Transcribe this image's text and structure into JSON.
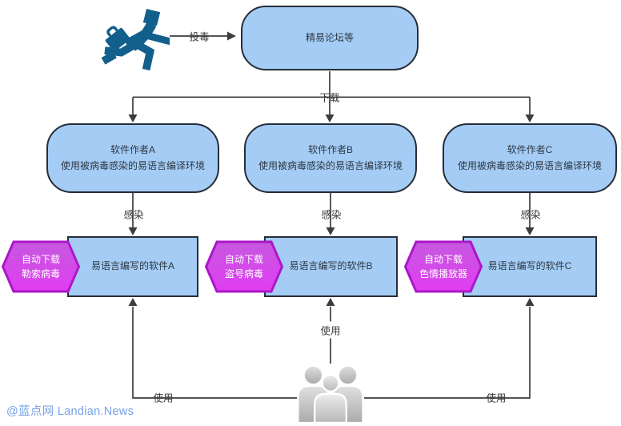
{
  "diagram": {
    "watermark": "@蓝点网 Landian.News",
    "labels": {
      "poison": "投毒",
      "download": "下载",
      "infect": "感染",
      "use": "使用"
    },
    "nodes": {
      "forum": "精易论坛等",
      "author_a": {
        "line1": "软件作者A",
        "line2": "使用被病毒感染的易语言编译环境"
      },
      "author_b": {
        "line1": "软件作者B",
        "line2": "使用被病毒感染的易语言编译环境"
      },
      "author_c": {
        "line1": "软件作者C",
        "line2": "使用被病毒感染的易语言编译环境"
      },
      "payload_a": {
        "line1": "自动下载",
        "line2": "勒索病毒"
      },
      "payload_b": {
        "line1": "自动下载",
        "line2": "盗号病毒"
      },
      "payload_c": {
        "line1": "自动下载",
        "line2": "色情播放器"
      },
      "software_a": "易语言编写的软件A",
      "software_b": "易语言编写的软件B",
      "software_c": "易语言编写的软件C"
    },
    "icons": {
      "attacker": "running-hacker-icon",
      "users": "users-group-icon"
    },
    "colors": {
      "node_fill": "#a4ccf4",
      "node_border": "#262d38",
      "hex_fill_top": "#c558de",
      "hex_fill_bottom": "#e13df2",
      "hex_border": "#ab17c8",
      "line": "#3d3d3d",
      "icon_blue": "#135f8c",
      "icon_gray": "#c6c6c6",
      "watermark": "#76a0e6",
      "node_text": "#2e3844",
      "hex_text": "#ffffff"
    }
  }
}
